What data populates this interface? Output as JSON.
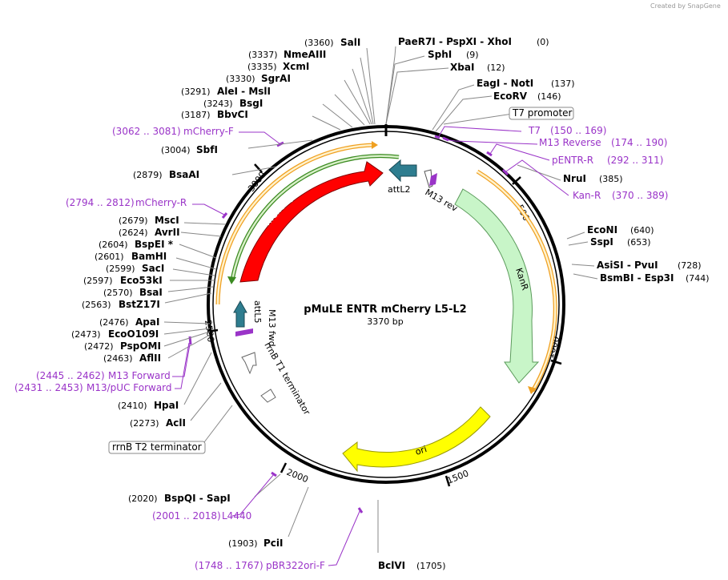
{
  "credit": "Created by SnapGene",
  "plasmid": {
    "name": "pMuLE ENTR mCherry L5-L2",
    "length_label": "3370 bp"
  },
  "ticks": [
    "500",
    "1000",
    "1500",
    "2000",
    "2500",
    "3000"
  ],
  "features": {
    "mCherry": "mCherry",
    "attL2": "attL2",
    "m13rev": "M13 rev",
    "kanr": "KanR",
    "ori": "ori",
    "attL5": "attL5",
    "m13fwd": "M13 fwd",
    "rrnbt1": "rrnB T1 terminator"
  },
  "boxed": {
    "t7promoter": "T7 promoter",
    "rrnbt2": "rrnB T2 terminator"
  },
  "sites_right": [
    {
      "pos": "(0)",
      "enz": "PaeR7I  - PspXI  - XhoI"
    },
    {
      "pos": "(9)",
      "enz": "SphI"
    },
    {
      "pos": "(12)",
      "enz": "XbaI"
    },
    {
      "pos": "(137)",
      "enz": "EagI  - NotI"
    },
    {
      "pos": "(146)",
      "enz": "EcoRV"
    },
    {
      "pos": "(385)",
      "enz": "NruI"
    },
    {
      "pos": "(640)",
      "enz": "EcoNI"
    },
    {
      "pos": "(653)",
      "enz": "SspI"
    },
    {
      "pos": "(728)",
      "enz": "AsiSI  - PvuI"
    },
    {
      "pos": "(744)",
      "enz": "BsmBI  - Esp3I"
    }
  ],
  "sites_left": [
    {
      "pos": "(3360)",
      "enz": "SalI"
    },
    {
      "pos": "(3337)",
      "enz": "NmeAIII"
    },
    {
      "pos": "(3335)",
      "enz": "XcmI"
    },
    {
      "pos": "(3330)",
      "enz": "SgrAI"
    },
    {
      "pos": "(3291)",
      "enz": "AleI  - MslI"
    },
    {
      "pos": "(3243)",
      "enz": "BsgI"
    },
    {
      "pos": "(3187)",
      "enz": "BbvCI"
    },
    {
      "pos": "(3004)",
      "enz": "SbfI"
    },
    {
      "pos": "(2879)",
      "enz": "BsaAI"
    },
    {
      "pos": "(2679)",
      "enz": "MscI"
    },
    {
      "pos": "(2624)",
      "enz": "AvrII"
    },
    {
      "pos": "(2604)",
      "enz": "BspEI *"
    },
    {
      "pos": "(2601)",
      "enz": "BamHI"
    },
    {
      "pos": "(2599)",
      "enz": "SacI"
    },
    {
      "pos": "(2597)",
      "enz": "Eco53kI"
    },
    {
      "pos": "(2570)",
      "enz": "BsaI"
    },
    {
      "pos": "(2563)",
      "enz": "BstZ17I"
    },
    {
      "pos": "(2476)",
      "enz": "ApaI"
    },
    {
      "pos": "(2473)",
      "enz": "EcoO109I"
    },
    {
      "pos": "(2472)",
      "enz": "PspOMI"
    },
    {
      "pos": "(2463)",
      "enz": "AflII"
    },
    {
      "pos": "(2410)",
      "enz": "HpaI"
    },
    {
      "pos": "(2273)",
      "enz": "AclI"
    }
  ],
  "sites_bottom": [
    {
      "pos": "(2020)",
      "enz": "BspQI  - SapI"
    },
    {
      "pos": "(1903)",
      "enz": "PciI"
    },
    {
      "pos": "(1705)",
      "enz": "BclVI"
    }
  ],
  "primers": [
    {
      "name": "T7",
      "range": "(150 .. 169)"
    },
    {
      "name": "M13 Reverse",
      "range": "(174 .. 190)"
    },
    {
      "name": "pENTR-R",
      "range": "(292 .. 311)"
    },
    {
      "name": "Kan-R",
      "range": "(370 .. 389)"
    },
    {
      "name": "mCherry-F",
      "range": "(3062 .. 3081)"
    },
    {
      "name": "mCherry-R",
      "range": "(2794 .. 2812)"
    },
    {
      "name": "M13 Forward",
      "range": "(2445 .. 2462)"
    },
    {
      "name": "M13/pUC Forward",
      "range": "(2431 .. 2453)"
    },
    {
      "name": "L4440",
      "range": "(2001 .. 2018)"
    },
    {
      "name": "pBR322ori-F",
      "range": "(1748 .. 1767)"
    }
  ],
  "colors": {
    "mcherry": "#ff0000",
    "attl": "#2e7d8f",
    "kanr": "#c8f5c8",
    "ori": "#ffff00",
    "primer": "#9a34c8",
    "orange_arc": "#f0a020",
    "green_arc": "#3a8a20"
  }
}
